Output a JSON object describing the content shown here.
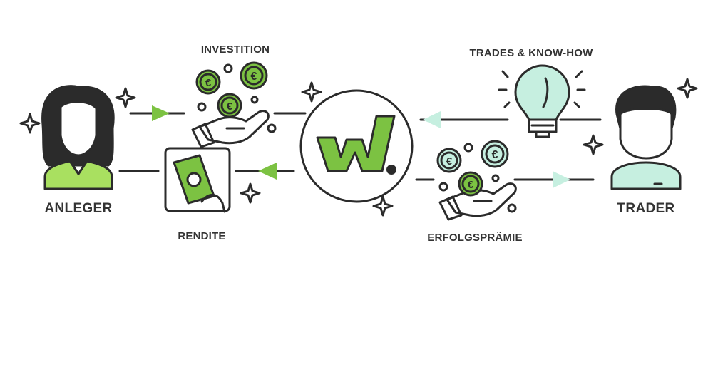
{
  "labels": {
    "investor": "ANLEGER",
    "trader": "TRADER",
    "investment": "INVESTITION",
    "return": "RENDITE",
    "trades": "TRADES & KNOW-HOW",
    "bonus": "ERFOLGSPRÄMIE"
  },
  "logo_text": "w.",
  "coin_symbol": "€",
  "colors": {
    "outline": "#2b2b2b",
    "green_dark": "#7cc242",
    "green_light": "#a9e060",
    "mint": "#c6efe0",
    "text": "#333333"
  }
}
